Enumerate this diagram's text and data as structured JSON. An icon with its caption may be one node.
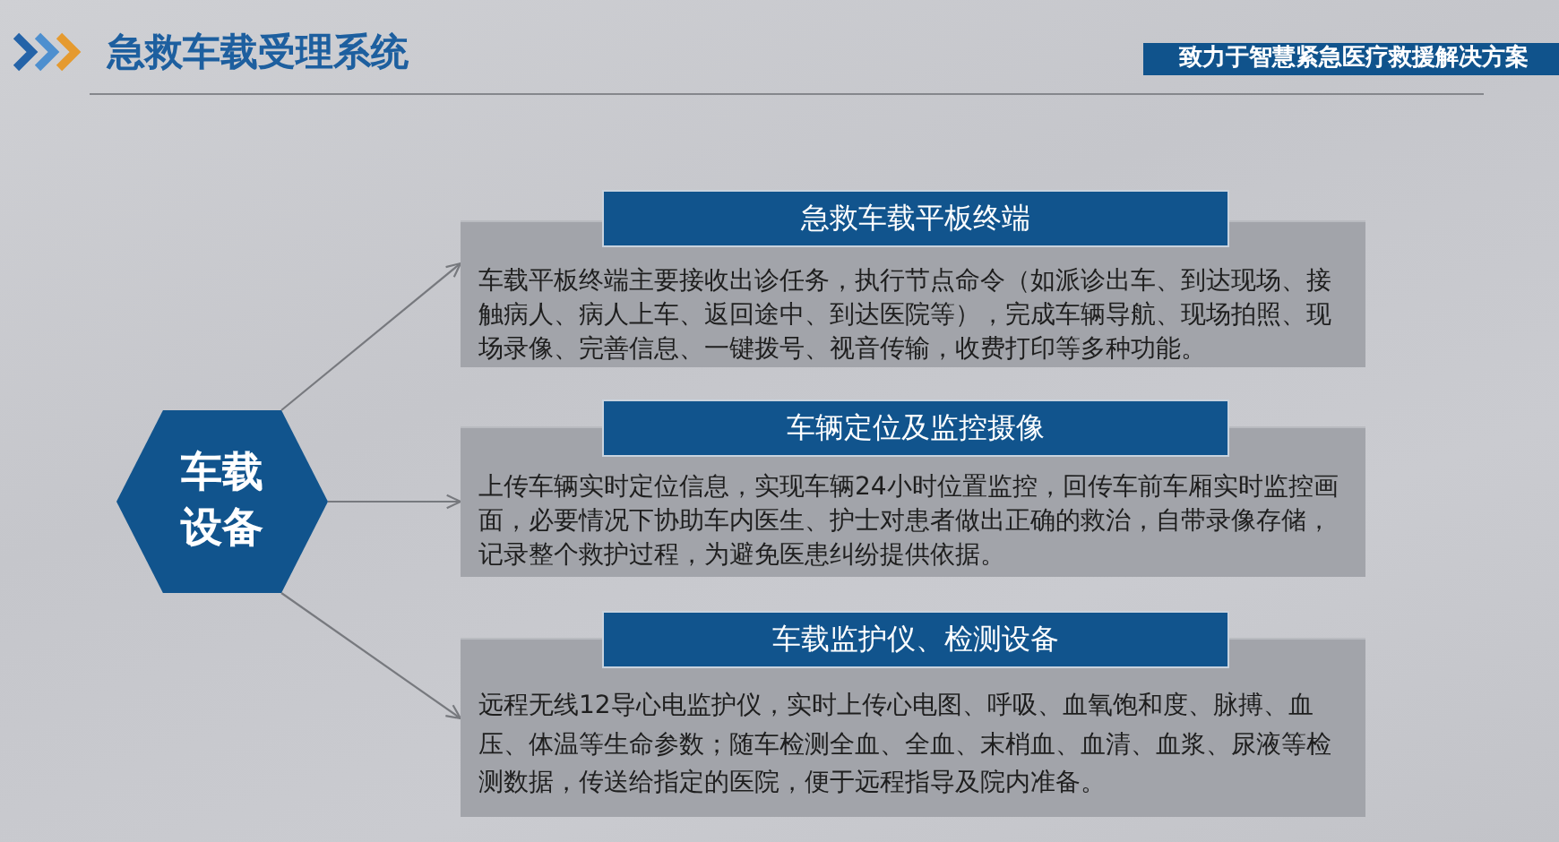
{
  "diagram": {
    "title": "急救车载受理系统",
    "nodes": [
      {
        "text": [
          "车载设备"
        ]
      },
      {
        "text": [
          "急救车载平板终端",
          "车载平板终端主要接收出诊任务，执行节点命令（如派诊出车、到达现场、接触病人、病人上车、返回途中、到达医院等），完成车辆导航、现场拍照、现场录像、完善信息、一键拨号、视音传输，收费打印等多种功能。"
        ]
      },
      {
        "text": [
          "车辆定位及监控摄像",
          "上传车辆实时定位信息，实现车辆24小时位置监控，回传车前车厢实时监控画面，必要情况下协助车内医生、护士对患者做出正确的救治，自带录像存储，记录整个救护过程，为避免医患纠纷提供依据。"
        ]
      },
      {
        "text": [
          "车载监护仪、检测设备",
          "远程无线12导心电监护仪，实时上传心电图、呼吸、血氧饱和度、脉搏、血压、体温等生命参数；随车检测全血、全血、末梢血、血清、血浆、尿液等检测数据，传送给指定的医院，便于远程指导及院内准备。"
        ]
      }
    ],
    "edges": [
      {
        "from": 0,
        "to": 1,
        "arrow": "to"
      },
      {
        "from": 0,
        "to": 2,
        "arrow": "to"
      },
      {
        "from": 0,
        "to": 3,
        "arrow": "to"
      }
    ],
    "labels": [
      "致力于智慧紧急医疗救援解决方案"
    ]
  }
}
